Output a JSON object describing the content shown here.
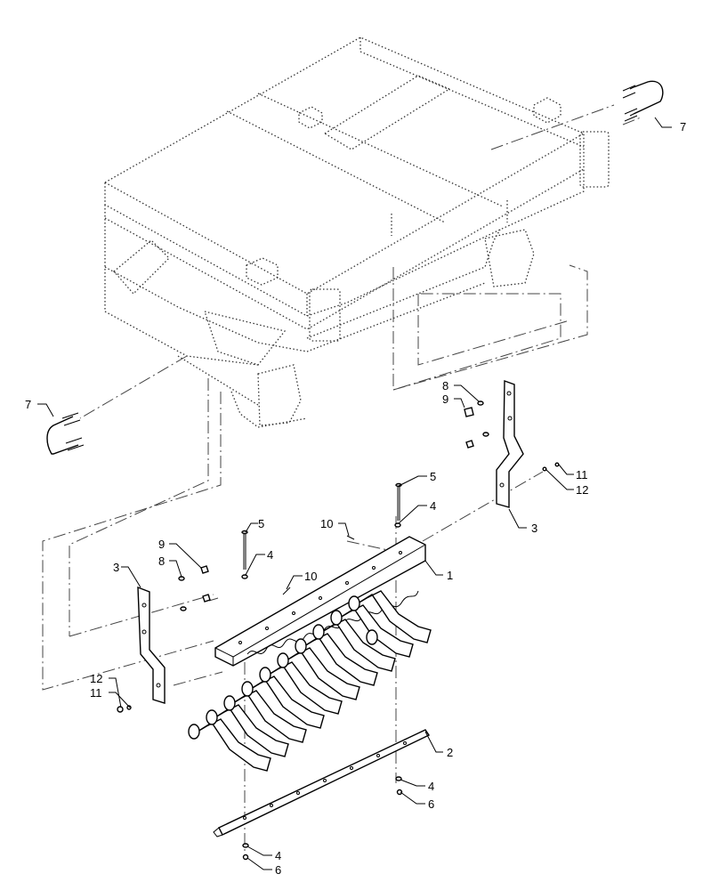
{
  "callouts": {
    "c7a": "7",
    "c7b": "7",
    "c8a": "8",
    "c9a": "9",
    "c11a": "11",
    "c12a": "12",
    "c3a": "3",
    "c5a": "5",
    "c4a": "4",
    "c10a": "10",
    "c1": "1",
    "c5b": "5",
    "c4b": "4",
    "c9b": "9",
    "c8b": "8",
    "c10b": "10",
    "c3b": "3",
    "c12b": "12",
    "c11b": "11",
    "c2": "2",
    "c4c": "4",
    "c6a": "6",
    "c4d": "4",
    "c6b": "6"
  }
}
